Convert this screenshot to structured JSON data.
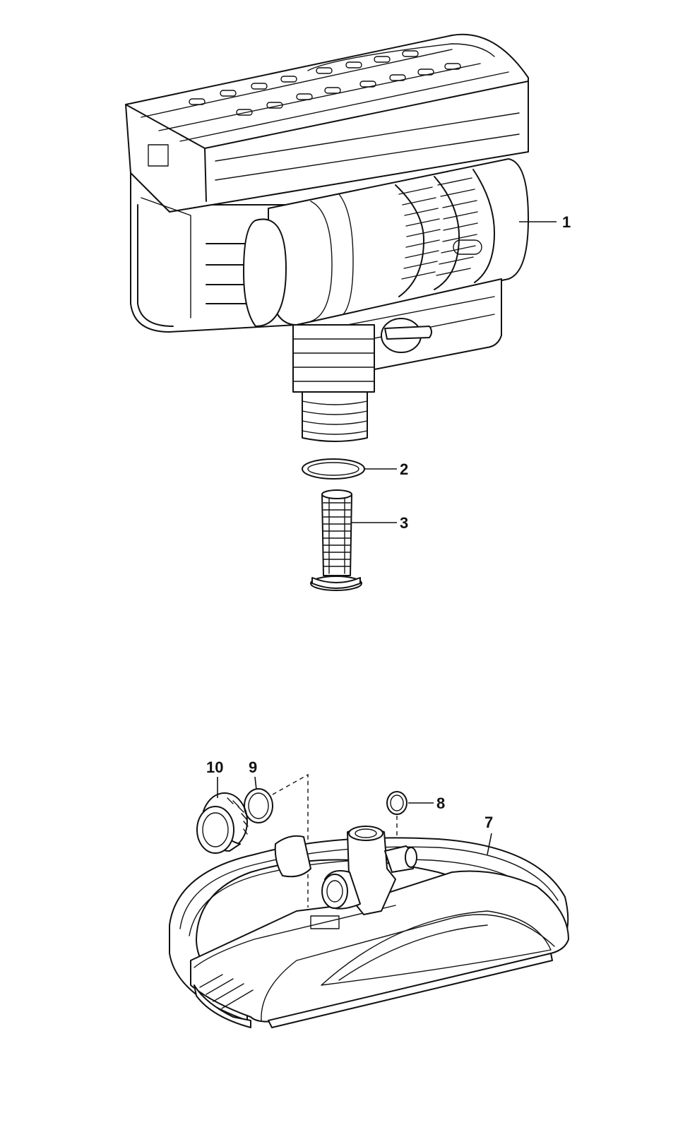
{
  "callouts": {
    "c1": "1",
    "c2": "2",
    "c3": "3",
    "c7": "7",
    "c8": "8",
    "c9": "9",
    "c10": "10"
  },
  "colors": {
    "ink": "#111111",
    "paper": "#ffffff"
  }
}
